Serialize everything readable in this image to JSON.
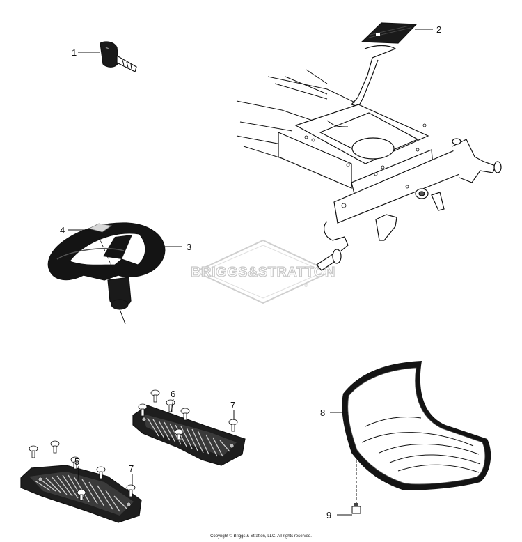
{
  "watermark": {
    "brand": "BRIGGS&STRATTON",
    "registered": "®"
  },
  "callouts": {
    "c1": "1",
    "c2": "2",
    "c3": "3",
    "c4": "4",
    "c5": "5",
    "c6": "6",
    "c7a": "7",
    "c7b": "7",
    "c8": "8",
    "c9": "9"
  },
  "footer": {
    "copyright": "Copyright © Briggs & Stratton, LLC. All rights reserved."
  }
}
